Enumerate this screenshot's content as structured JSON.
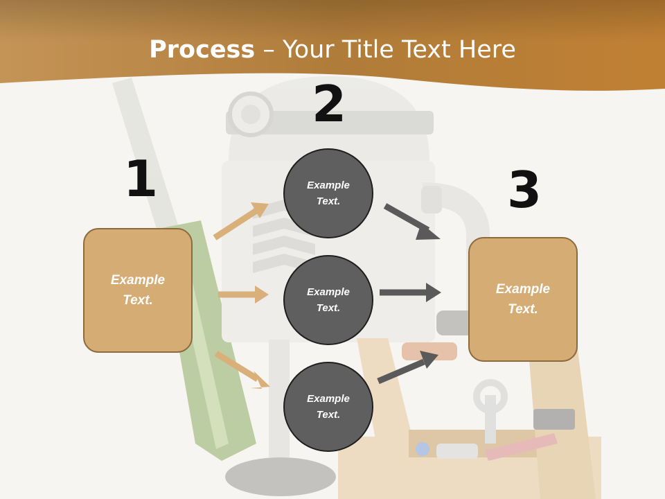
{
  "title": {
    "bold": "Process",
    "dash": " – ",
    "rest": "Your Title Text Here"
  },
  "numbers": {
    "step1": "1",
    "step2": "2",
    "step3": "3"
  },
  "boxes": {
    "left": "Example\nText.",
    "right": "Example\nText."
  },
  "circles": {
    "top": "Example\nText.",
    "middle": "Example\nText.",
    "bottom": "Example\nText."
  },
  "colors": {
    "header": "#b8833e",
    "box_fill": "#d6ac75",
    "circle_fill": "#5f5f5f",
    "arrow_tan": "#d9b07a",
    "arrow_gray": "#5a5a5a"
  }
}
